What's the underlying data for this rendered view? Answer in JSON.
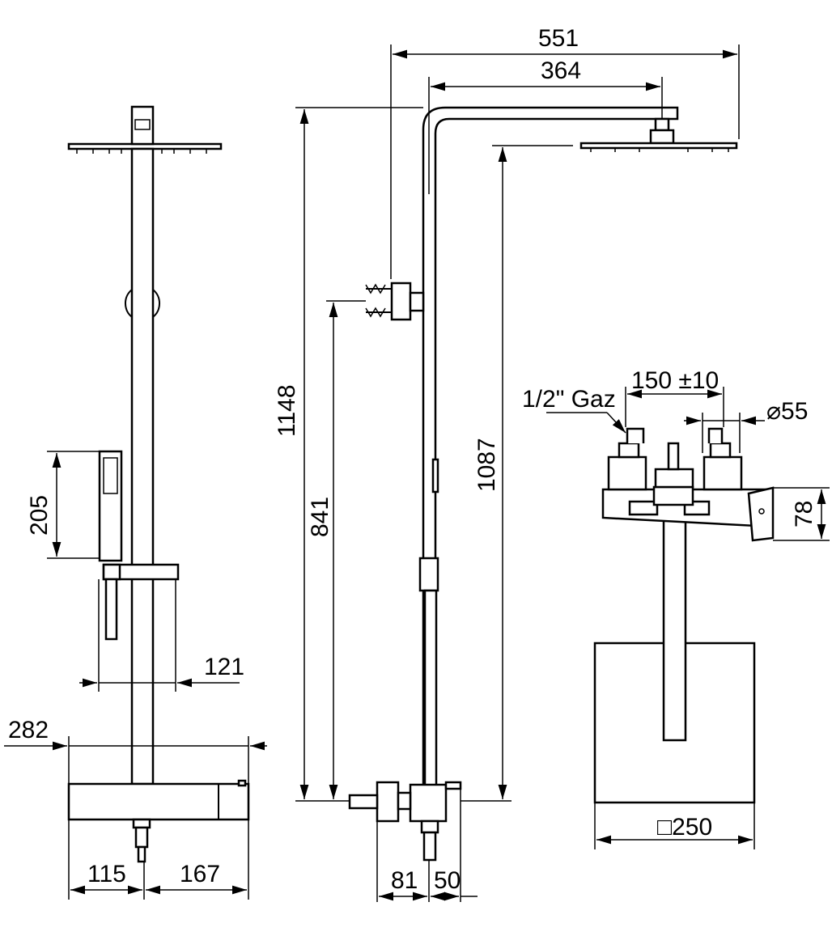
{
  "front_view": {
    "dim_handshower_height": "205",
    "dim_holder_depth": "121",
    "dim_overall_depth": "282",
    "dim_left_offset": "115",
    "dim_right_offset": "167"
  },
  "side_view": {
    "dim_arm_total": "551",
    "dim_arm_to_head": "364",
    "dim_total_height": "1148",
    "dim_bracket_height": "841",
    "dim_head_height": "1087",
    "dim_inlet_depth": "81",
    "dim_valve_depth": "50"
  },
  "top_view": {
    "dim_center_distance": "150 ±10",
    "thread_label": "1/2\" Gaz",
    "dim_eccentric_diameter": "⌀55",
    "dim_valve_height": "78",
    "dim_head_size": "□250"
  }
}
